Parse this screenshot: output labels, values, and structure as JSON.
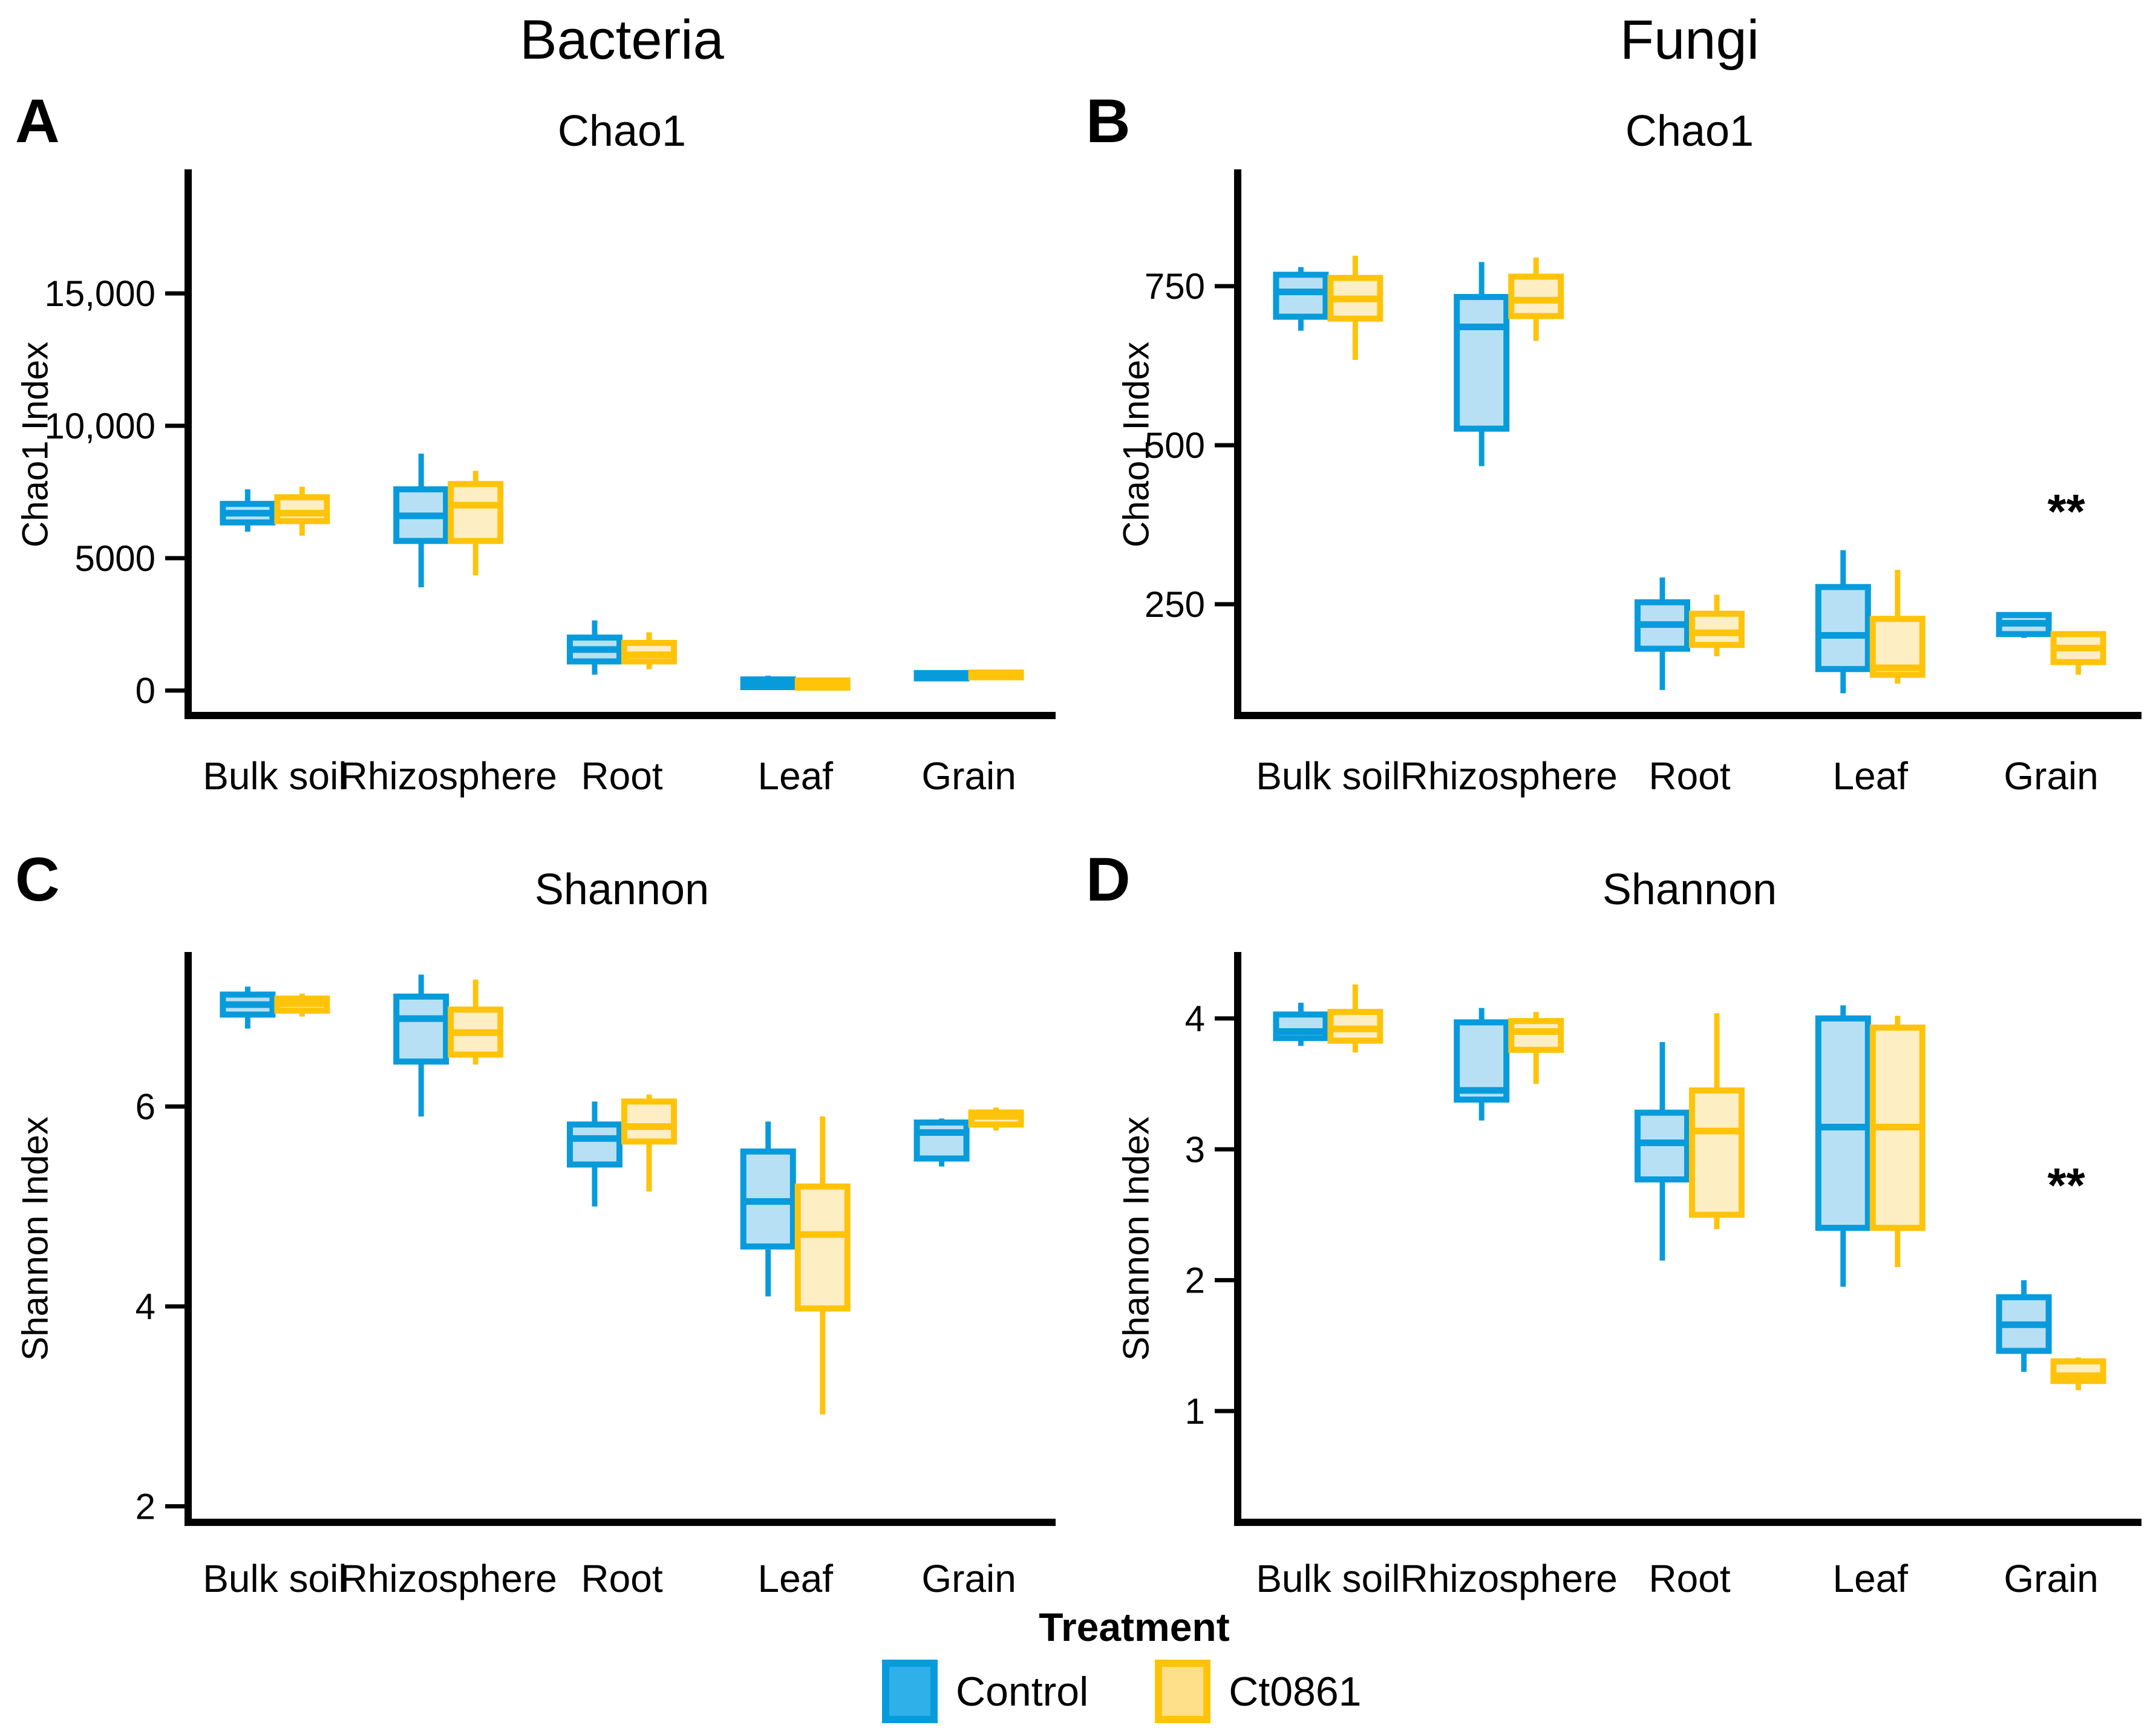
{
  "figure": {
    "facets": [
      {
        "label": "Bacteria"
      },
      {
        "label": "Fungi"
      }
    ]
  },
  "legend": {
    "title": "Treatment",
    "items": [
      {
        "label": "Control",
        "stroke": "#089bdc",
        "fill": "#2fb0e8"
      },
      {
        "label": "Ct0861",
        "stroke": "#ffc30a",
        "fill": "#ffe08a"
      }
    ]
  },
  "colors": {
    "control_stroke": "#089bdc",
    "control_fill": "#b8e0f5",
    "ct0861_stroke": "#ffc30a",
    "ct0861_fill": "#fdeec3",
    "axis": "#000000"
  },
  "chart_data": [
    {
      "id": "a",
      "panel_label": "A",
      "facet": "Bacteria",
      "title": "Chao1",
      "type": "boxplot",
      "ylabel": "Chao1 Index",
      "ylim": [
        -943,
        19549
      ],
      "yticks": [
        {
          "v": 0,
          "label": "0"
        },
        {
          "v": 5000,
          "label": "5000"
        },
        {
          "v": 10000,
          "label": "10,000"
        },
        {
          "v": 15000,
          "label": "15,000"
        }
      ],
      "categories": [
        "Bulk soil",
        "Rhizosphere",
        "Root",
        "Leaf",
        "Grain"
      ],
      "series": [
        {
          "name": "Control",
          "boxes": [
            {
              "whisker_low": 6000,
              "q1": 6350,
              "median": 6700,
              "q3": 7050,
              "whisker_high": 7600
            },
            {
              "whisker_low": 3900,
              "q1": 5650,
              "median": 6600,
              "q3": 7600,
              "whisker_high": 8950
            },
            {
              "whisker_low": 600,
              "q1": 1100,
              "median": 1550,
              "q3": 2000,
              "whisker_high": 2650
            },
            {
              "whisker_low": 60,
              "q1": 130,
              "median": 260,
              "q3": 420,
              "whisker_high": 560
            },
            {
              "whisker_low": 380,
              "q1": 460,
              "median": 560,
              "q3": 660,
              "whisker_high": 700
            }
          ]
        },
        {
          "name": "Ct0861",
          "boxes": [
            {
              "whisker_low": 5850,
              "q1": 6400,
              "median": 6700,
              "q3": 7300,
              "whisker_high": 7700
            },
            {
              "whisker_low": 4350,
              "q1": 5650,
              "median": 7000,
              "q3": 7800,
              "whisker_high": 8300
            },
            {
              "whisker_low": 800,
              "q1": 1100,
              "median": 1350,
              "q3": 1800,
              "whisker_high": 2200
            },
            {
              "whisker_low": 50,
              "q1": 110,
              "median": 230,
              "q3": 380,
              "whisker_high": 480
            },
            {
              "whisker_low": 430,
              "q1": 500,
              "median": 590,
              "q3": 680,
              "whisker_high": 720
            }
          ]
        }
      ],
      "significance": []
    },
    {
      "id": "b",
      "panel_label": "B",
      "facet": "Fungi",
      "title": "Chao1",
      "type": "boxplot",
      "ylabel": "Chao1 Index",
      "ylim": [
        75,
        928
      ],
      "yticks": [
        {
          "v": 250,
          "label": "250"
        },
        {
          "v": 500,
          "label": "500"
        },
        {
          "v": 750,
          "label": "750"
        }
      ],
      "categories": [
        "Bulk soil",
        "Rhizosphere",
        "Root",
        "Leaf",
        "Grain"
      ],
      "series": [
        {
          "name": "Control",
          "boxes": [
            {
              "whisker_low": 680,
              "q1": 702,
              "median": 741,
              "q3": 768,
              "whisker_high": 780
            },
            {
              "whisker_low": 467,
              "q1": 526,
              "median": 686,
              "q3": 733,
              "whisker_high": 788
            },
            {
              "whisker_low": 115,
              "q1": 180,
              "median": 218,
              "q3": 253,
              "whisker_high": 292
            },
            {
              "whisker_low": 110,
              "q1": 148,
              "median": 201,
              "q3": 277,
              "whisker_high": 335
            },
            {
              "whisker_low": 197,
              "q1": 203,
              "median": 220,
              "q3": 233,
              "whisker_high": 234
            }
          ]
        },
        {
          "name": "Ct0861",
          "boxes": [
            {
              "whisker_low": 634,
              "q1": 699,
              "median": 730,
              "q3": 763,
              "whisker_high": 798
            },
            {
              "whisker_low": 664,
              "q1": 703,
              "median": 728,
              "q3": 765,
              "whisker_high": 795
            },
            {
              "whisker_low": 168,
              "q1": 186,
              "median": 205,
              "q3": 235,
              "whisker_high": 265
            },
            {
              "whisker_low": 125,
              "q1": 139,
              "median": 150,
              "q3": 227,
              "whisker_high": 304
            },
            {
              "whisker_low": 139,
              "q1": 159,
              "median": 181,
              "q3": 203,
              "whisker_high": 207
            }
          ]
        }
      ],
      "significance": [
        {
          "category": "Grain",
          "label": "**",
          "y": 370
        }
      ]
    },
    {
      "id": "c",
      "panel_label": "C",
      "facet": "Bacteria",
      "title": "Shannon",
      "type": "boxplot",
      "ylabel": "Shannon Index",
      "ylim": [
        1.84,
        7.51
      ],
      "yticks": [
        {
          "v": 2,
          "label": "2"
        },
        {
          "v": 4,
          "label": "4"
        },
        {
          "v": 6,
          "label": "6"
        }
      ],
      "categories": [
        "Bulk soil",
        "Rhizosphere",
        "Root",
        "Leaf",
        "Grain"
      ],
      "series": [
        {
          "name": "Control",
          "boxes": [
            {
              "whisker_low": 6.78,
              "q1": 6.92,
              "median": 7.02,
              "q3": 7.12,
              "whisker_high": 7.2
            },
            {
              "whisker_low": 5.9,
              "q1": 6.45,
              "median": 6.88,
              "q3": 7.1,
              "whisker_high": 7.32
            },
            {
              "whisker_low": 5.0,
              "q1": 5.42,
              "median": 5.68,
              "q3": 5.82,
              "whisker_high": 6.05
            },
            {
              "whisker_low": 4.1,
              "q1": 4.6,
              "median": 5.05,
              "q3": 5.55,
              "whisker_high": 5.85
            },
            {
              "whisker_low": 5.4,
              "q1": 5.48,
              "median": 5.74,
              "q3": 5.84,
              "whisker_high": 5.88
            }
          ]
        },
        {
          "name": "Ct0861",
          "boxes": [
            {
              "whisker_low": 6.9,
              "q1": 6.96,
              "median": 7.03,
              "q3": 7.08,
              "whisker_high": 7.13
            },
            {
              "whisker_low": 6.42,
              "q1": 6.52,
              "median": 6.74,
              "q3": 6.97,
              "whisker_high": 7.27
            },
            {
              "whisker_low": 5.15,
              "q1": 5.65,
              "median": 5.8,
              "q3": 6.05,
              "whisker_high": 6.12
            },
            {
              "whisker_low": 2.92,
              "q1": 3.98,
              "median": 4.72,
              "q3": 5.2,
              "whisker_high": 5.9
            },
            {
              "whisker_low": 5.76,
              "q1": 5.82,
              "median": 5.9,
              "q3": 5.94,
              "whisker_high": 5.99
            }
          ]
        }
      ],
      "significance": []
    },
    {
      "id": "d",
      "panel_label": "D",
      "facet": "Fungi",
      "title": "Shannon",
      "type": "boxplot",
      "ylabel": "Shannon Index",
      "ylim": [
        0.15,
        4.48
      ],
      "yticks": [
        {
          "v": 1,
          "label": "1"
        },
        {
          "v": 2,
          "label": "2"
        },
        {
          "v": 3,
          "label": "3"
        },
        {
          "v": 4,
          "label": "4"
        }
      ],
      "categories": [
        "Bulk soil",
        "Rhizosphere",
        "Root",
        "Leaf",
        "Grain"
      ],
      "series": [
        {
          "name": "Control",
          "boxes": [
            {
              "whisker_low": 3.79,
              "q1": 3.85,
              "median": 3.9,
              "q3": 4.03,
              "whisker_high": 4.12
            },
            {
              "whisker_low": 3.22,
              "q1": 3.38,
              "median": 3.45,
              "q3": 3.97,
              "whisker_high": 4.08
            },
            {
              "whisker_low": 2.15,
              "q1": 2.77,
              "median": 3.05,
              "q3": 3.28,
              "whisker_high": 3.82
            },
            {
              "whisker_low": 1.95,
              "q1": 2.4,
              "median": 3.17,
              "q3": 4.0,
              "whisker_high": 4.1
            },
            {
              "whisker_low": 1.3,
              "q1": 1.46,
              "median": 1.66,
              "q3": 1.87,
              "whisker_high": 2.0
            }
          ]
        },
        {
          "name": "Ct0861",
          "boxes": [
            {
              "whisker_low": 3.74,
              "q1": 3.83,
              "median": 3.92,
              "q3": 4.05,
              "whisker_high": 4.26
            },
            {
              "whisker_low": 3.5,
              "q1": 3.76,
              "median": 3.9,
              "q3": 3.98,
              "whisker_high": 4.05
            },
            {
              "whisker_low": 2.39,
              "q1": 2.5,
              "median": 3.14,
              "q3": 3.45,
              "whisker_high": 4.04
            },
            {
              "whisker_low": 2.1,
              "q1": 2.4,
              "median": 3.17,
              "q3": 3.93,
              "whisker_high": 4.02
            },
            {
              "whisker_low": 1.16,
              "q1": 1.23,
              "median": 1.27,
              "q3": 1.38,
              "whisker_high": 1.41
            }
          ]
        }
      ],
      "significance": [
        {
          "category": "Grain",
          "label": "**",
          "y": 2.6
        }
      ]
    }
  ]
}
